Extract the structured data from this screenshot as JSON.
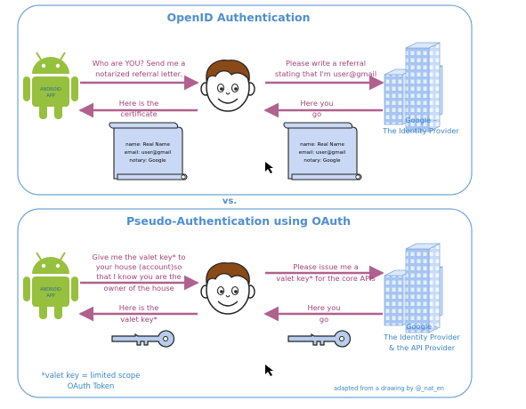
{
  "top_panel": {
    "title": "OpenID Authentication",
    "app_label_1": "ANDROID",
    "app_label_2": "APP",
    "msg_right_top": [
      "Who are YOU? Send me a",
      "notarized referral letter."
    ],
    "msg_left_top": [
      "Here is the",
      "certificate"
    ],
    "msg_right_server": [
      "Please write a referral",
      "stating that I'm user@gmail"
    ],
    "msg_left_server": [
      "Here you",
      "go"
    ],
    "server_label": [
      "Google –",
      "The Identity Provider"
    ],
    "certificate_lines": [
      "name: Real Name",
      "email: user@gmail",
      "notary: Google"
    ]
  },
  "vs_label": "vs.",
  "bottom_panel": {
    "title": "Pseudo-Authentication using OAuth",
    "app_label_1": "ANDROID",
    "app_label_2": "APP",
    "msg_right_top": [
      "Give me the valet key* to",
      "your house (account)so",
      "that I know you are the",
      "owner of the house"
    ],
    "msg_left_top": [
      "Here is the",
      "valet key*"
    ],
    "msg_right_server": [
      "Please issue me a",
      "valet key* for the core APIs"
    ],
    "msg_left_server": [
      "Here you",
      "go"
    ],
    "server_label": [
      "Google –",
      "The Identity Provider",
      "& the API Provider"
    ],
    "footnote": [
      "*valet key = limited scope",
      "OAuth Token"
    ],
    "credit": "adapted from a drawing by @_nat_en"
  },
  "colors": {
    "panel_border": "#6fa5d6",
    "title": "#4f8fcf",
    "body_text": "#a1457a",
    "arrow": "#b0618e",
    "server_text": "#3a87c6",
    "android_green": "#97c03e",
    "scroll_fill": "#c9d9f5",
    "key_fill": "#b7cdee",
    "building_front": "#a6c5f2",
    "building_side": "#c8dcf7"
  }
}
